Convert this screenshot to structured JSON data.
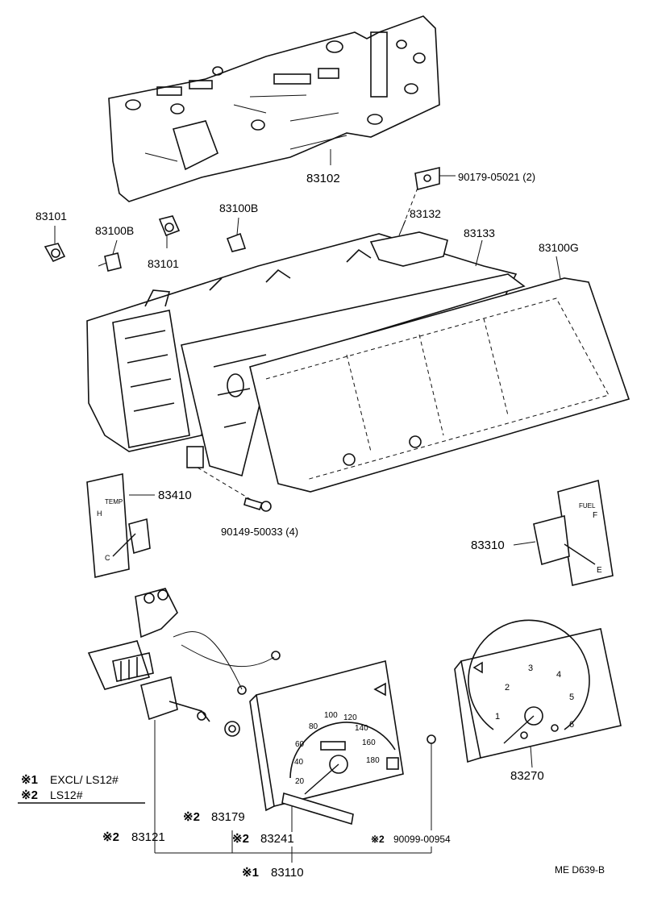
{
  "labels": {
    "p83102": "83102",
    "p90179": "90179-05021 (2)",
    "p83132": "83132",
    "p83133": "83133",
    "p83100G": "83100G",
    "p83101a": "83101",
    "p83100Ba": "83100B",
    "p83101b": "83101",
    "p83100Bb": "83100B",
    "p83410": "83410",
    "p90149": "90149-50033 (4)",
    "p83310": "83310",
    "p83270": "83270",
    "p83121": "83121",
    "p83179": "83179",
    "p83241": "83241",
    "p90099": "90099-00954",
    "p83110": "83110",
    "ref": "ME  D639-B"
  },
  "notes": {
    "note1": "EXCL/ LS12#",
    "note2": "LS12#",
    "mark1": "※1",
    "mark2": "※2"
  },
  "gauge_text": {
    "temp": "TEMP",
    "fuel": "FUEL",
    "f": "F",
    "e": "E",
    "h": "H",
    "c": "C",
    "speedo": [
      "20",
      "40",
      "60",
      "80",
      "100",
      "120",
      "140",
      "160",
      "180"
    ],
    "tacho": [
      "1",
      "2",
      "3",
      "4",
      "5",
      "6"
    ]
  }
}
